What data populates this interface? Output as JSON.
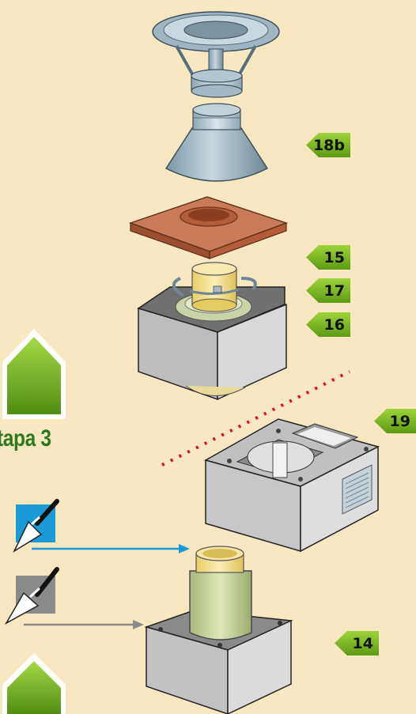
{
  "labels": {
    "l18b": "18b",
    "l15": "15",
    "l17": "17",
    "l16": "16",
    "l19": "19",
    "l14": "14"
  },
  "side": {
    "stage_text": "tapa 3"
  },
  "colors": {
    "background": "#f8e8c2",
    "label_green_top": "#9ed33a",
    "label_green_bottom": "#5f9a14",
    "stage_text": "#2f7a1e",
    "blue_arrow": "#1a9ad6",
    "gray_arrow": "#8a8a8a",
    "red_dotted_line": "#d8102a"
  },
  "icons": [
    "trowel-icon-blue",
    "trowel-icon-gray",
    "stage-arrow-icon"
  ]
}
